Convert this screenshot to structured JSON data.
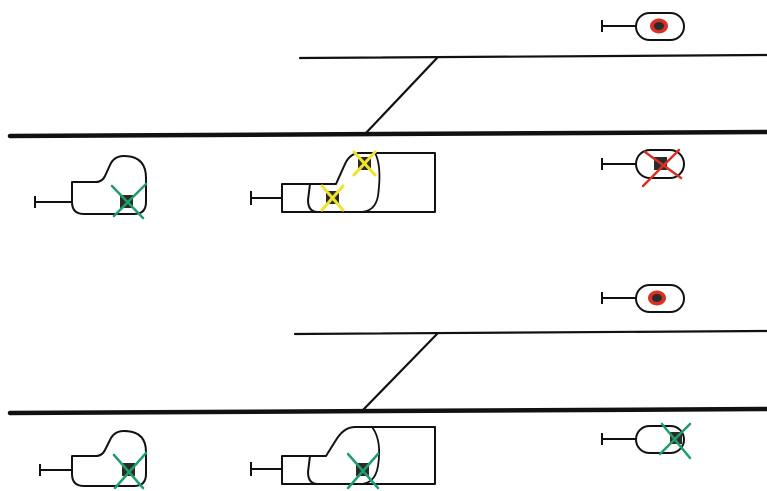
{
  "colors": {
    "background": "#ffffff",
    "track": "#111111",
    "signal_body": "#111111",
    "lamp": "#2b2b2b",
    "aspect_red": "#d93025",
    "aspect_green": "#1e9e6a",
    "aspect_yellow": "#f2e32a"
  },
  "diagrams": [
    {
      "id": "upper",
      "signals": [
        {
          "id": "single-lamp-right-top",
          "kind": "single-lamp",
          "aspect": "red-ring",
          "icon": "signal-single-red-icon"
        },
        {
          "id": "single-lamp-right-mid",
          "kind": "single-lamp",
          "aspect": "red-cross",
          "icon": "signal-single-red-cross-icon"
        },
        {
          "id": "dwarf-left",
          "kind": "dwarf",
          "aspect": "green-cross",
          "icon": "signal-dwarf-green-icon"
        },
        {
          "id": "junction-middle",
          "kind": "junction",
          "aspect": "yellow-double",
          "icon": "signal-junction-yellow-icon"
        }
      ]
    },
    {
      "id": "lower",
      "signals": [
        {
          "id": "single-lamp-right-top",
          "kind": "single-lamp",
          "aspect": "red-ring",
          "icon": "signal-single-red-icon"
        },
        {
          "id": "single-lamp-right-mid",
          "kind": "single-lamp",
          "aspect": "green-cross",
          "icon": "signal-single-green-cross-icon"
        },
        {
          "id": "dwarf-left",
          "kind": "dwarf",
          "aspect": "green-cross",
          "icon": "signal-dwarf-green-icon"
        },
        {
          "id": "junction-middle",
          "kind": "junction",
          "aspect": "green-cross",
          "icon": "signal-junction-green-icon"
        }
      ]
    }
  ]
}
